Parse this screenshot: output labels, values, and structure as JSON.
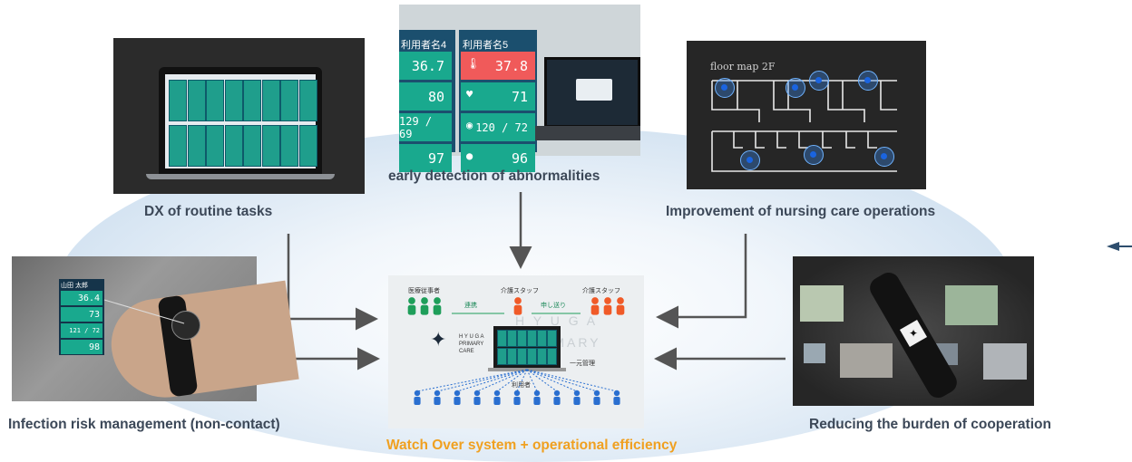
{
  "labels": {
    "dx": "DX of routine tasks",
    "early": "early detection of abnormalities",
    "nursing": "Improvement of nursing care operations",
    "infection": "Infection risk management (non-contact)",
    "burden": "Reducing the burden of cooperation",
    "center": "Watch Over system + operational efficiency"
  },
  "monitor": {
    "left_name": "利用者名4",
    "right_name": "利用者名5",
    "left_values": [
      "36.7",
      "80",
      "129 / 69",
      "97"
    ],
    "right_values": [
      "37.8",
      "71",
      "120 / 72",
      "96"
    ]
  },
  "wristband": {
    "name": "山田 太郎",
    "values": [
      "36.4",
      "73",
      "121 / 72",
      "98"
    ]
  },
  "floor_map": {
    "title": "floor map 2F"
  },
  "center_diagram": {
    "group_medical": "医療従事者",
    "group_care_left": "介護スタッフ",
    "group_care_right": "介護スタッフ",
    "link_left": "連携",
    "link_right": "申し送り",
    "management": "一元管理",
    "users": "利用者",
    "logo_lines": [
      "H Y U G A",
      "PRIMARY",
      "CARE"
    ],
    "watermark_top": "H Y U G A",
    "watermark_bottom": "PRIMARY"
  },
  "colors": {
    "label_text": "#3c4858",
    "center_label": "#f0a020",
    "ellipse": "#c8dcef",
    "arrow": "#555555",
    "teal": "#19a98e",
    "alert_red": "#f05a5a",
    "staff_green": "#1e9e5a",
    "staff_orange": "#f05a28",
    "user_blue": "#2a6fd0"
  }
}
